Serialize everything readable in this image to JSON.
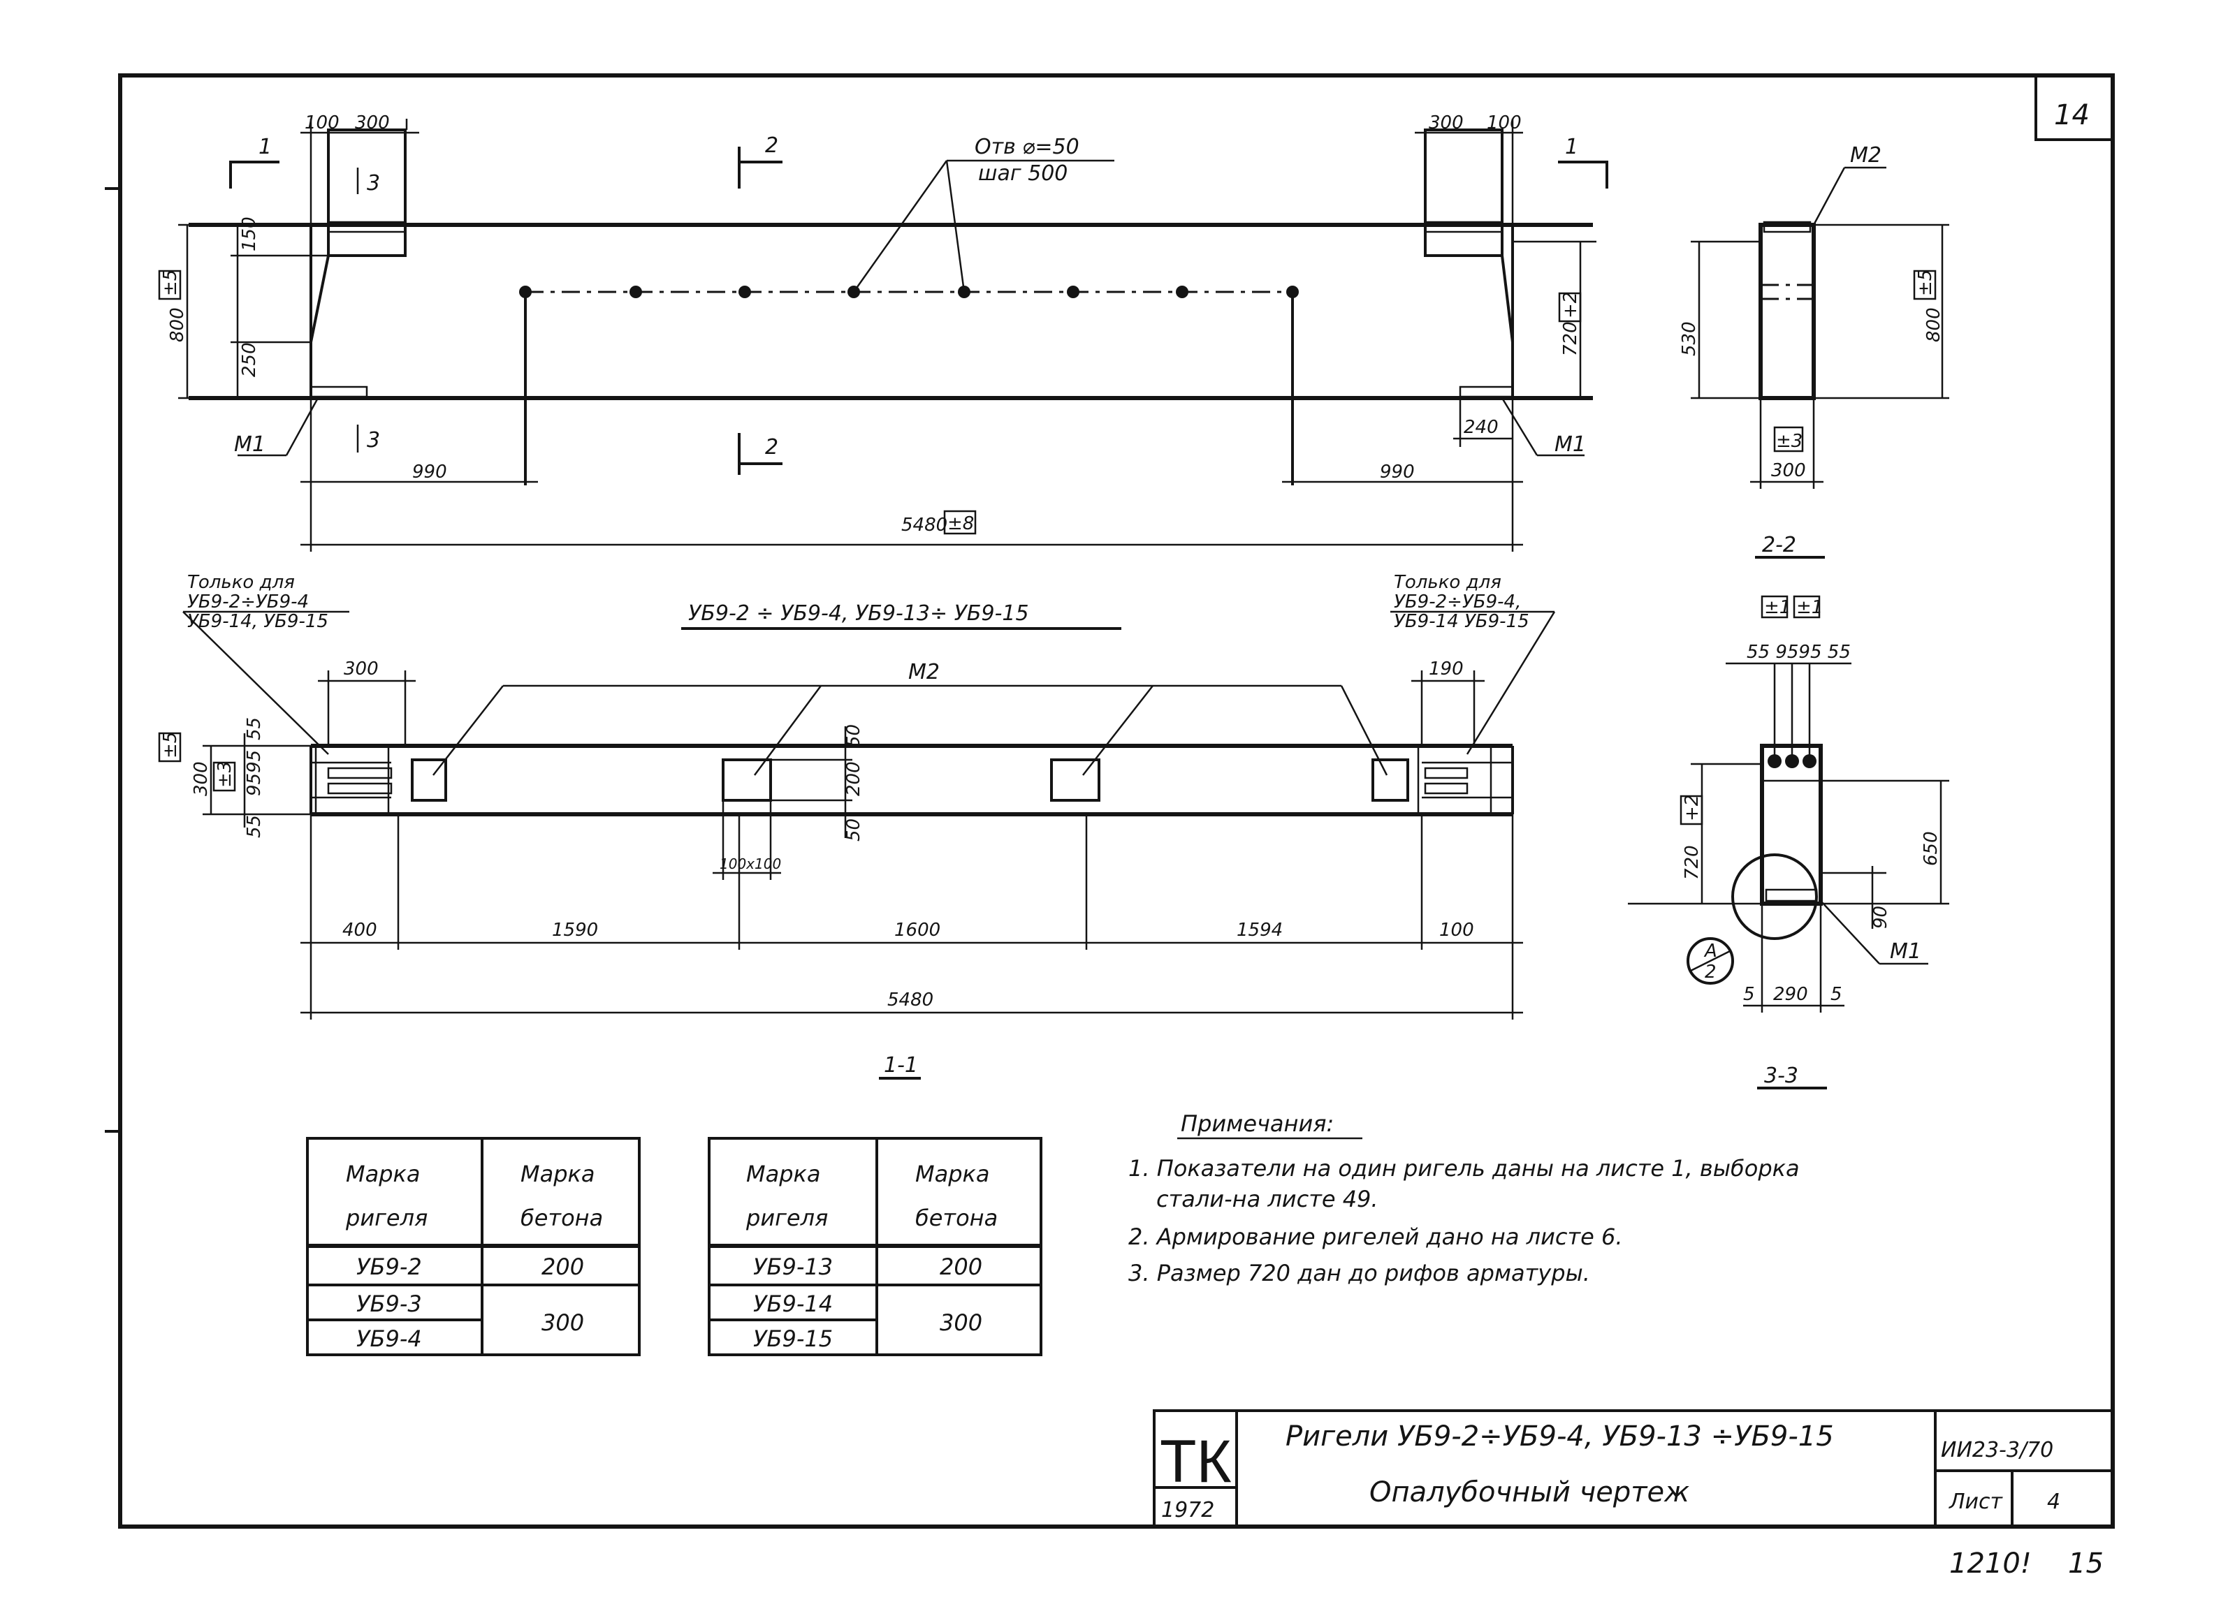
{
  "sheet": {
    "corner_number": "14",
    "footer_number": "1210!",
    "footer_page": "15"
  },
  "elevation": {
    "section_mark_left": "1",
    "section_mark_right": "1",
    "section_mark_center_top": "2",
    "section_mark_center_bottom": "2",
    "cut_mark_top": "3",
    "cut_mark_bottom": "3",
    "hole_note_1": "Отв ⌀=50",
    "hole_note_2": "шаг 500",
    "dim_100_left": "100",
    "dim_300_left": "300",
    "dim_300_right": "300",
    "dim_100_right": "100",
    "dim_150": "150",
    "dim_250": "250",
    "dim_800": "800",
    "tol_800": "±5",
    "dim_720": "720",
    "tol_720": "+2",
    "dim_990_left": "990",
    "dim_990_right": "990",
    "dim_240": "240",
    "dim_5480": "5480",
    "tol_5480": "±8",
    "label_m1_left": "М1",
    "label_m1_right": "М1"
  },
  "section_22": {
    "label_m2": "М2",
    "dim_530": "530",
    "dim_800": "800",
    "tol_800": "±5",
    "dim_300": "300",
    "tol_300": "±3",
    "caption": "2-2"
  },
  "plan": {
    "title": "УБ9-2 ÷ УБ9-4, УБ9-13÷ УБ9-15",
    "note_left_1": "Только для",
    "note_left_2": "УБ9-2÷УБ9-4",
    "note_left_3": "УБ9-14, УБ9-15",
    "note_right_1": "Только для",
    "note_right_2": "УБ9-2÷УБ9-4,",
    "note_right_3": "УБ9-14 УБ9-15",
    "dim_300_top": "300",
    "dim_190": "190",
    "label_m2": "М2",
    "dim_55": "55",
    "dim_9595": "9595",
    "dim_55b": "55",
    "dim_300_side": "300",
    "tol_5": "±5",
    "tol_3": "±3",
    "dim_50a": "50",
    "dim_200": "200",
    "dim_50b": "50",
    "dim_100x100": "100х100",
    "dim_400": "400",
    "dim_1590": "1590",
    "dim_1600": "1600",
    "dim_1594": "1594",
    "dim_100": "100",
    "dim_5480": "5480",
    "caption": "1-1"
  },
  "section_33": {
    "tol_a": "±1",
    "tol_b": "±1",
    "dims_top": "55 9595 55",
    "dim_720": "720",
    "tol_720": "+2",
    "dim_650": "650",
    "dim_90": "90",
    "label_m1": "М1",
    "callout_top": "А",
    "callout_bottom": "2",
    "dim_5a": "5",
    "dim_290": "290",
    "dim_5b": "5",
    "caption": "3-3"
  },
  "table_1": {
    "header_1a": "Марка",
    "header_1b": "ригеля",
    "header_2a": "Марка",
    "header_2b": "бетона",
    "rows": [
      {
        "mark": "УБ9-2",
        "concrete": "200"
      },
      {
        "mark": "УБ9-3",
        "concrete": ""
      },
      {
        "mark": "УБ9-4",
        "concrete": ""
      }
    ],
    "merged_concrete": "300"
  },
  "table_2": {
    "header_1a": "Марка",
    "header_1b": "ригеля",
    "header_2a": "Марка",
    "header_2b": "бетона",
    "rows": [
      {
        "mark": "УБ9-13",
        "concrete": "200"
      },
      {
        "mark": "УБ9-14",
        "concrete": ""
      },
      {
        "mark": "УБ9-15",
        "concrete": ""
      }
    ],
    "merged_concrete": "300"
  },
  "notes": {
    "heading": "Примечания:",
    "line_1a": "1. Показатели на один ригель даны на листе 1, выборка",
    "line_1b": "стали-на листе 49.",
    "line_2": "2. Армирование ригелей дано на листе 6.",
    "line_3": "3. Размер 720 дан до рифов арматуры."
  },
  "title_block": {
    "logo_text": "ТК",
    "year": "1972",
    "title_1": "Ригели УБ9-2÷УБ9-4, УБ9-13 ÷УБ9-15",
    "title_2": "Опалубочный чертеж",
    "series": "ИИ23-3/70",
    "sheet_label": "Лист",
    "sheet_number": "4"
  }
}
